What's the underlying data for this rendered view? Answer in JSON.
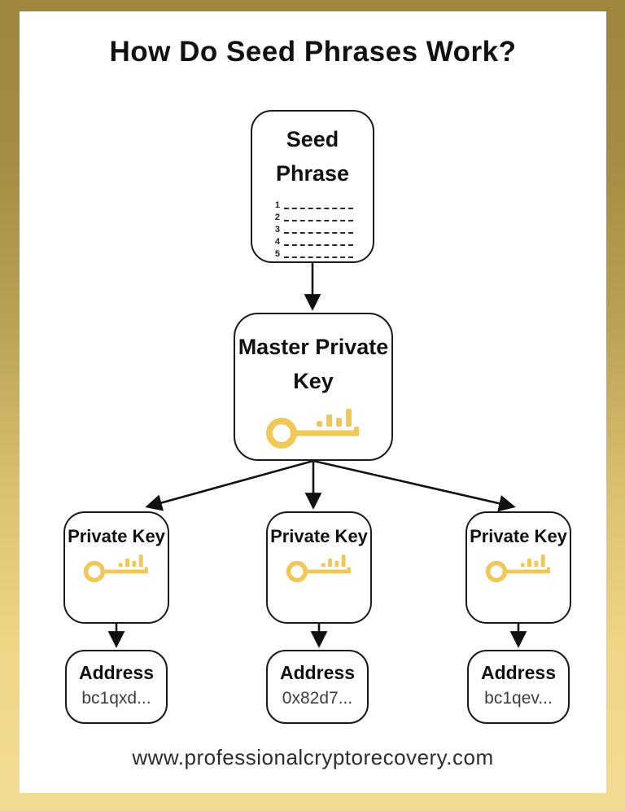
{
  "title": "How Do Seed Phrases Work?",
  "footer": {
    "url": "www.professionalcryptorecovery.com"
  },
  "colors": {
    "frame_gold_top": "#9e863c",
    "frame_gold_bottom": "#f3db92",
    "key_gold": "#f1c857",
    "line_black": "#1a1a1a"
  },
  "diagram": {
    "seed_phrase": {
      "label": "Seed Phrase",
      "line_numbers": [
        "1",
        "2",
        "3",
        "4",
        "5"
      ]
    },
    "master_key": {
      "label": "Master Private Key"
    },
    "private_keys": [
      {
        "label": "Private Key"
      },
      {
        "label": "Private Key"
      },
      {
        "label": "Private Key"
      }
    ],
    "addresses": [
      {
        "label": "Address",
        "value": "bc1qxd..."
      },
      {
        "label": "Address",
        "value": "0x82d7..."
      },
      {
        "label": "Address",
        "value": "bc1qev..."
      }
    ]
  }
}
